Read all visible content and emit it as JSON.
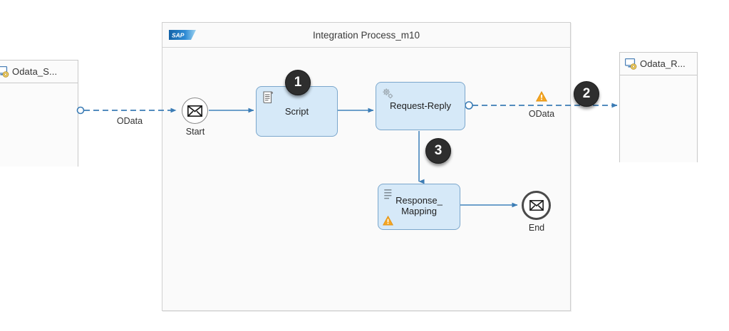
{
  "diagram": {
    "type": "bpmn-integration-flow",
    "title": "Integration Process_m10"
  },
  "participants": {
    "sender": {
      "name": "Odata_S...",
      "icon": "system-participant-icon"
    },
    "receiver": {
      "name": "Odata_R...",
      "icon": "system-participant-icon"
    }
  },
  "process": {
    "title": "Integration Process_m10",
    "logo": "sap-logo",
    "logo_text": "SAP"
  },
  "events": {
    "start": {
      "label": "Start",
      "icon": "message-envelope-icon"
    },
    "end": {
      "label": "End",
      "icon": "message-envelope-icon"
    }
  },
  "tasks": [
    {
      "id": "script",
      "label": "Script",
      "icon": "script-icon",
      "has_warning": false
    },
    {
      "id": "request-reply",
      "label": "Request-Reply",
      "icon": "gear-service-icon",
      "has_warning": false
    },
    {
      "id": "response-mapping",
      "label": "Response_\nMapping",
      "icon": "message-mapping-icon",
      "has_warning": true
    }
  ],
  "message_flows": [
    {
      "id": "inbound",
      "label": "OData",
      "has_warning": false
    },
    {
      "id": "outbound",
      "label": "OData",
      "has_warning": true
    }
  ],
  "badges": [
    {
      "number": "1",
      "target": "script"
    },
    {
      "number": "2",
      "target": "outbound-odata-flow"
    },
    {
      "number": "3",
      "target": "response-mapping-flow"
    }
  ],
  "colors": {
    "task_fill": "#d6e9f8",
    "task_border": "#7ba7cc",
    "connector": "#4a80b5",
    "badge_bg": "#2e2e2e",
    "warning": "#f5a623",
    "pool_fill": "#fafafa",
    "pool_border": "#cfcfcf",
    "sap_blue": "#1b74bd"
  }
}
